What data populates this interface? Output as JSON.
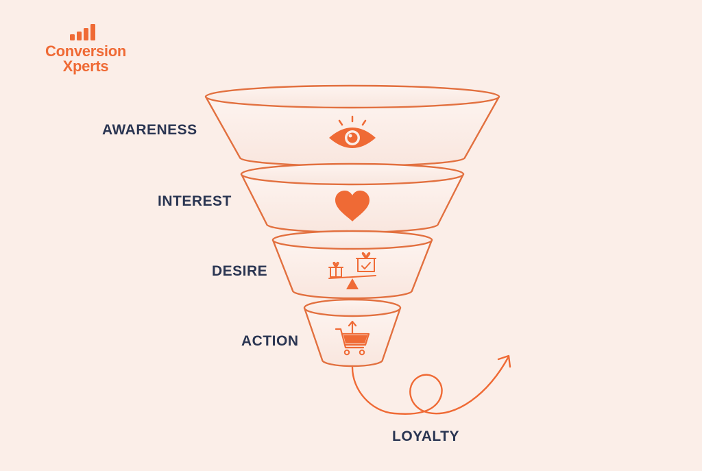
{
  "brand": {
    "line1": "Conversion",
    "line2": "Xperts",
    "logo_icon": "bar-chart-icon",
    "color": "#ef6a35"
  },
  "stages": [
    {
      "label": "AWARENESS",
      "icon": "eye-icon"
    },
    {
      "label": "INTEREST",
      "icon": "heart-icon"
    },
    {
      "label": "DESIRE",
      "icon": "gift-scale-icon"
    },
    {
      "label": "ACTION",
      "icon": "shopping-cart-icon"
    }
  ],
  "loyalty": {
    "label": "LOYALTY",
    "icon": "loop-arrow-icon"
  },
  "colors": {
    "background": "#fbeee8",
    "accent": "#ef6a35",
    "label_text": "#2a3552"
  }
}
